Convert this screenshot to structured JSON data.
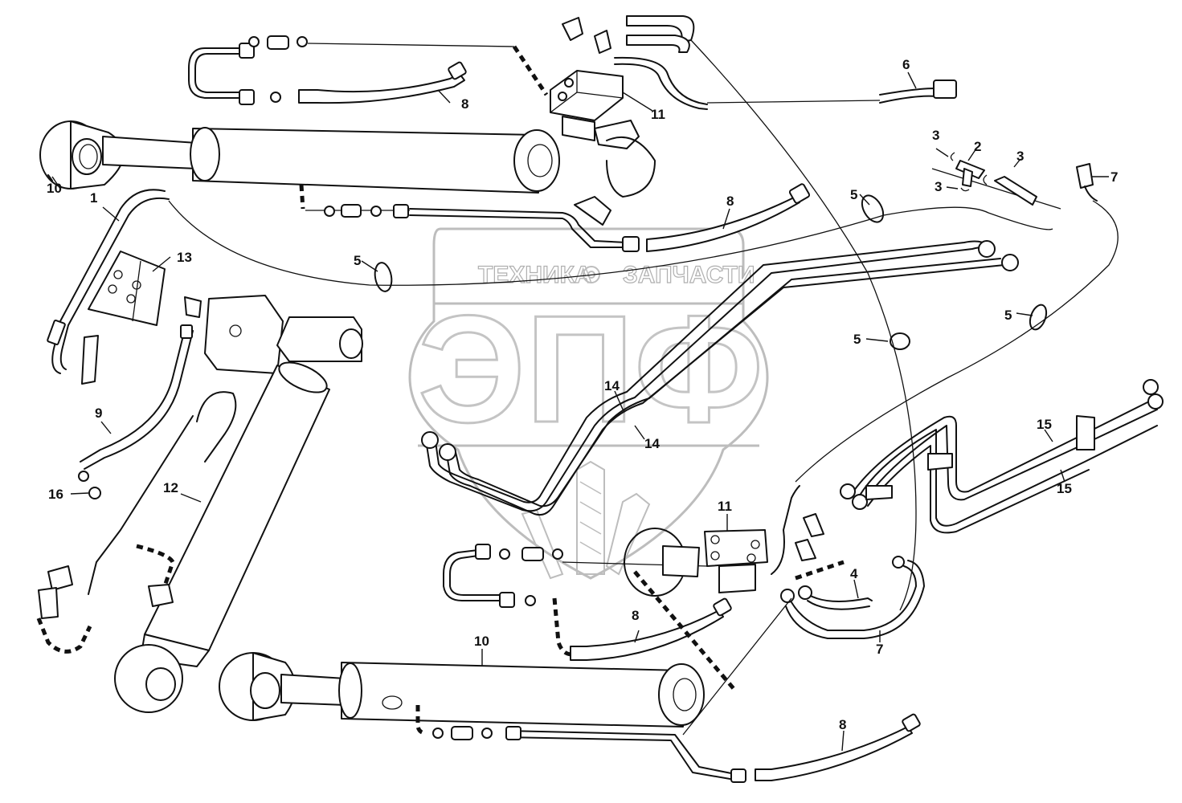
{
  "diagram": {
    "title": "Hydraulic cylinders and hoses exploded view",
    "watermark": {
      "top_left": "ТЕХНИКА",
      "top_right": "ЗАПЧАСТИ",
      "letters": "ЭПФ",
      "gear_icon": "gear-icon"
    },
    "callouts": [
      {
        "id": "c1",
        "label": "1",
        "part": "hose"
      },
      {
        "id": "c2",
        "label": "2",
        "part": "tee fitting"
      },
      {
        "id": "c3a",
        "label": "3",
        "part": "seal ring"
      },
      {
        "id": "c3b",
        "label": "3",
        "part": "seal ring"
      },
      {
        "id": "c3c",
        "label": "3",
        "part": "seal ring"
      },
      {
        "id": "c4",
        "label": "4",
        "part": "hose"
      },
      {
        "id": "c5a",
        "label": "5",
        "part": "cable tie"
      },
      {
        "id": "c5b",
        "label": "5",
        "part": "cable tie"
      },
      {
        "id": "c5c",
        "label": "5",
        "part": "cable tie"
      },
      {
        "id": "c5d",
        "label": "5",
        "part": "cable tie"
      },
      {
        "id": "c6a",
        "label": "6",
        "part": "hose end"
      },
      {
        "id": "c6b",
        "label": "6",
        "part": "hose end"
      },
      {
        "id": "c7",
        "label": "7",
        "part": "hose"
      },
      {
        "id": "c8a",
        "label": "8",
        "part": "hose"
      },
      {
        "id": "c8b",
        "label": "8",
        "part": "hose"
      },
      {
        "id": "c8c",
        "label": "8",
        "part": "hose"
      },
      {
        "id": "c8d",
        "label": "8",
        "part": "hose"
      },
      {
        "id": "c9",
        "label": "9",
        "part": "hose"
      },
      {
        "id": "c10a",
        "label": "10",
        "part": "hydraulic cylinder"
      },
      {
        "id": "c10b",
        "label": "10",
        "part": "hydraulic cylinder"
      },
      {
        "id": "c11a",
        "label": "11",
        "part": "valve block"
      },
      {
        "id": "c11b",
        "label": "11",
        "part": "valve block"
      },
      {
        "id": "c12",
        "label": "12",
        "part": "hydraulic cylinder"
      },
      {
        "id": "c13",
        "label": "13",
        "part": "valve block"
      },
      {
        "id": "c14a",
        "label": "14",
        "part": "steel tube"
      },
      {
        "id": "c14b",
        "label": "14",
        "part": "steel tube"
      },
      {
        "id": "c15a",
        "label": "15",
        "part": "steel tube"
      },
      {
        "id": "c15b",
        "label": "15",
        "part": "steel tube"
      },
      {
        "id": "c16",
        "label": "16",
        "part": "seal ring"
      }
    ]
  }
}
